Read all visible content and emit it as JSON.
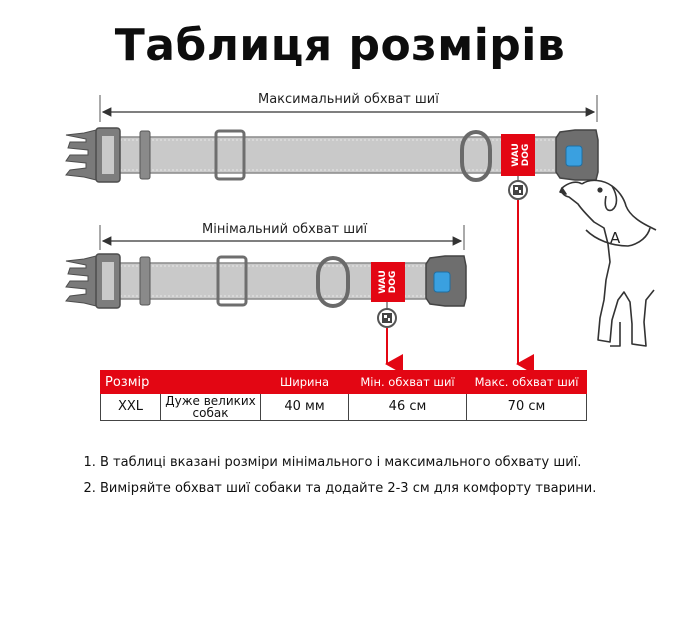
{
  "title": "Таблиця розмірів",
  "diagram": {
    "max_label": "Максимальний обхват шиї",
    "min_label": "Мінімальний обхват шиї",
    "brand_line1": "WAU",
    "brand_line2": "DOG",
    "dog_marker": "A",
    "colors": {
      "accent": "#e30613",
      "strap": "#c8c8c8",
      "buckle": "#6e6e6e",
      "blue_button": "#3aa0e0"
    }
  },
  "table": {
    "headers": [
      "Розмір",
      "",
      "Ширина",
      "Мін. обхват шиї",
      "Макс. обхват шиї"
    ],
    "rows": [
      [
        "XXL",
        "Дуже великих собак",
        "40 мм",
        "46  см",
        "70 см"
      ]
    ]
  },
  "notes": [
    "В таблиці вказані розміри мінімального і максимального обхвату шиї.",
    "Виміряйте обхват шиї собаки та додайте 2-3 см для комфорту тварини."
  ]
}
